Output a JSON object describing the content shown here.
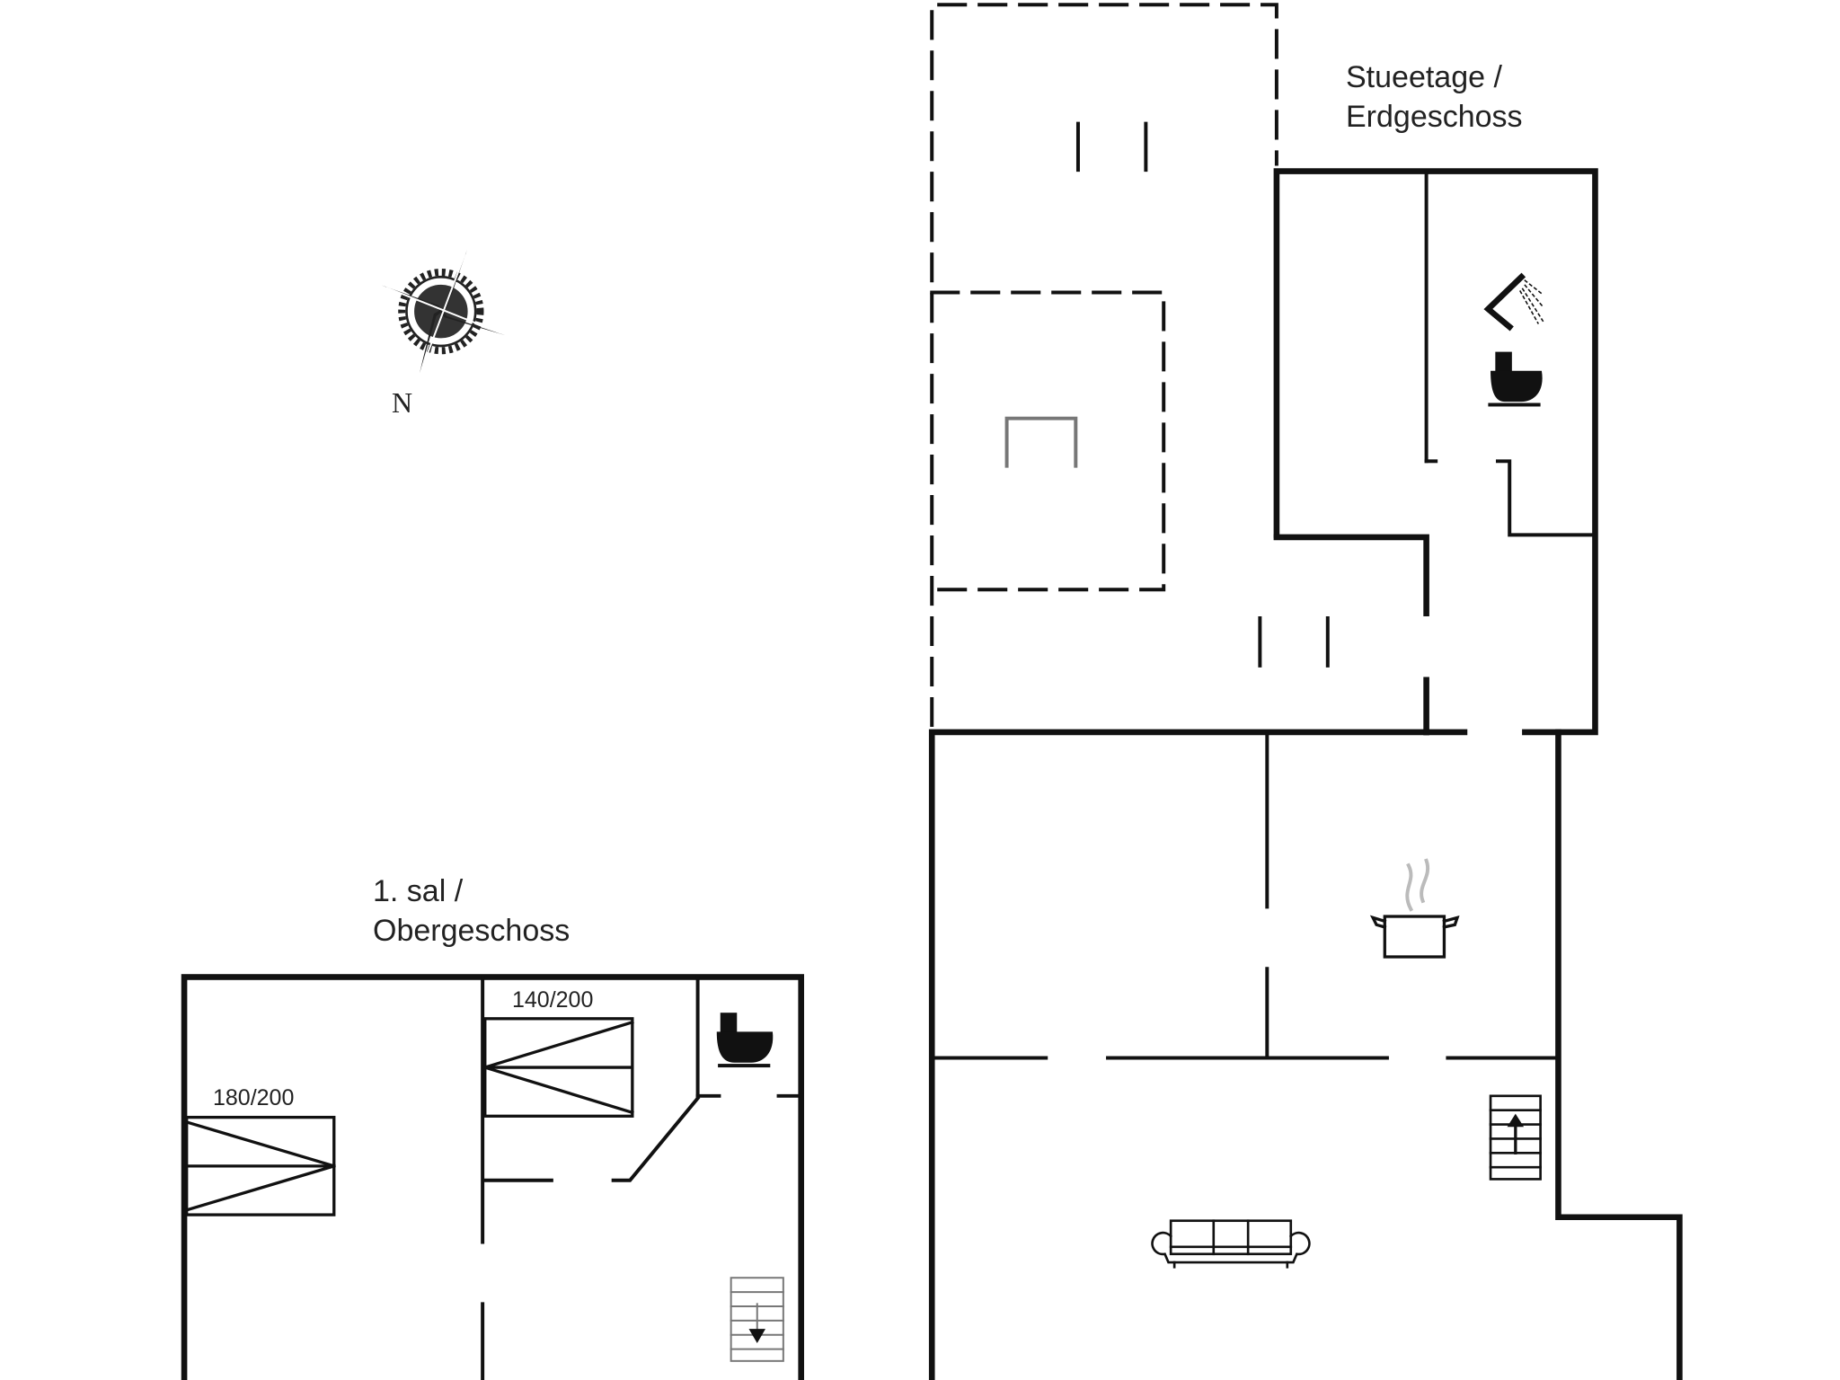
{
  "floors": {
    "ground": {
      "label_line1": "Stueetage /",
      "label_line2": "Erdgeschoss"
    },
    "upper": {
      "label_line1": "1. sal /",
      "label_line2": "Obergeschoss"
    }
  },
  "compass": {
    "north_label": "N",
    "icon": "compass-rose-icon"
  },
  "beds": [
    {
      "size": "180/200",
      "floor": "upper"
    },
    {
      "size": "140/200",
      "floor": "upper"
    }
  ],
  "icons": {
    "ground": [
      "shower-icon",
      "toilet-icon",
      "cooking-pot-icon",
      "sofa-icon",
      "stairs-up-icon"
    ],
    "upper": [
      "toilet-icon",
      "stairs-down-icon"
    ]
  },
  "colors": {
    "wall": "#111111",
    "background": "#ffffff",
    "steam": "#bbbbbb"
  }
}
